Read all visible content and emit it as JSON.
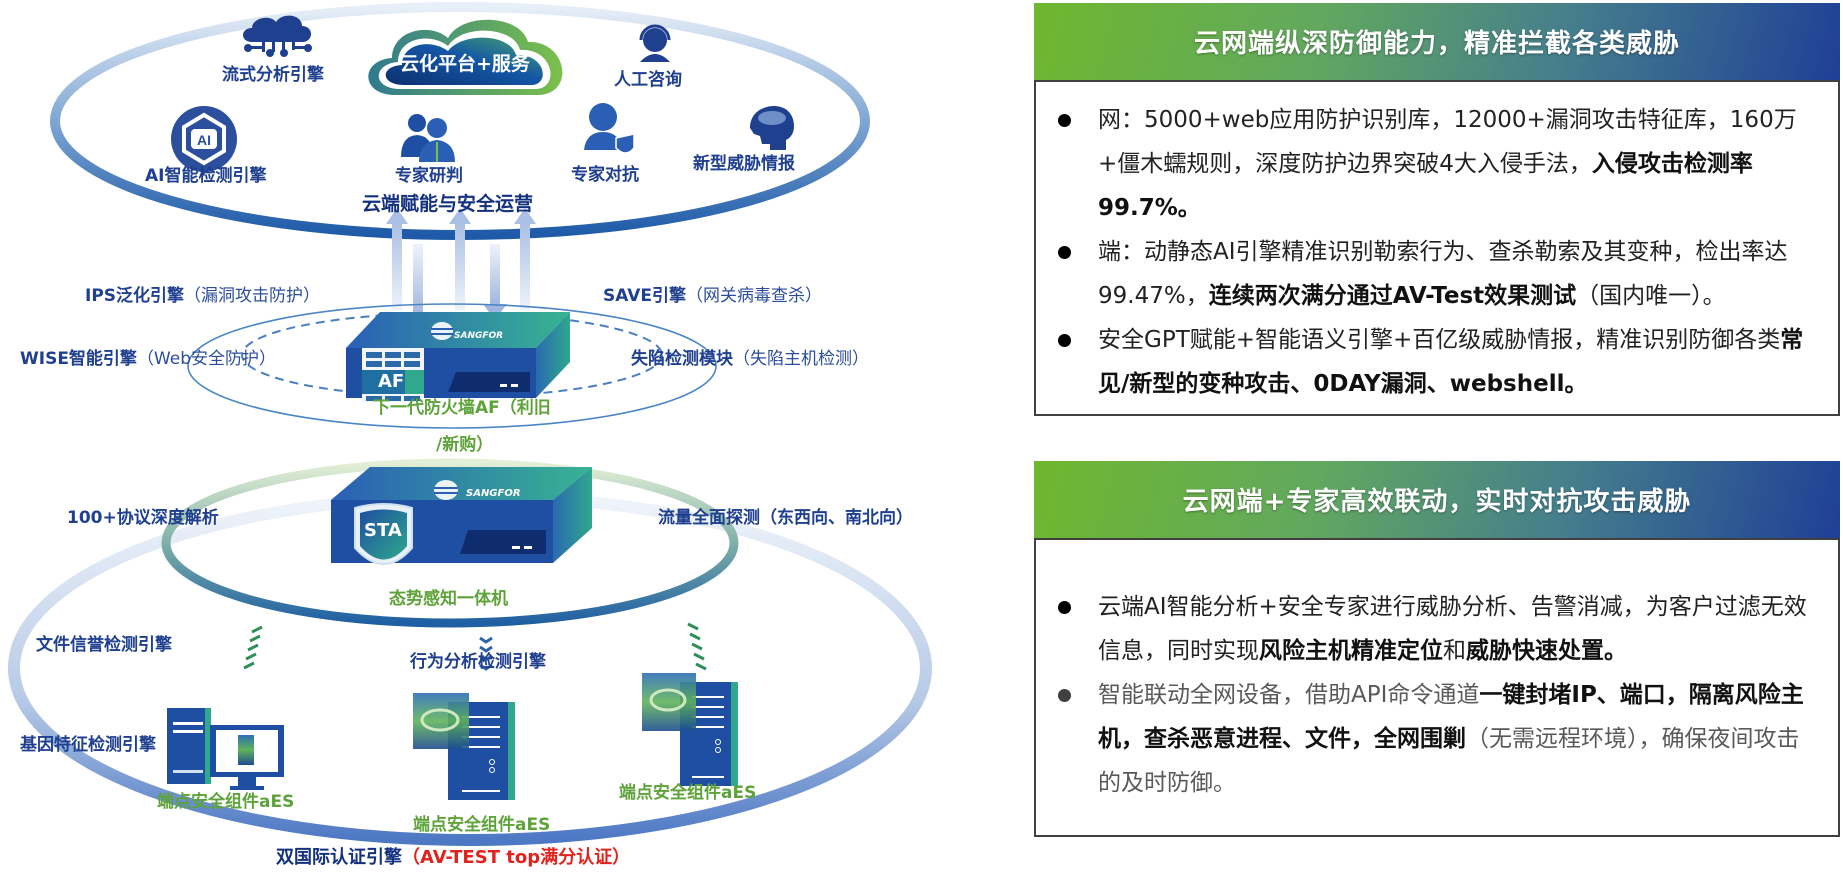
{
  "colors": {
    "brand_blue": "#1f3f8f",
    "brand_green": "#5ea33a",
    "alert_red": "#e0231c",
    "header_gradient_start": "#6fb72e",
    "header_gradient_end": "#1f3f96"
  },
  "diagram": {
    "cloud_layer": {
      "platform": "云化平台+服务",
      "title": "云端赋能与安全运营",
      "items": [
        {
          "label": "流式分析引擎",
          "icon": "stream-cloud-icon"
        },
        {
          "label": "人工咨询",
          "icon": "headset-agent-icon"
        },
        {
          "label": "AI智能检测引擎",
          "icon": "ai-hexagon-icon"
        },
        {
          "label": "专家研判",
          "icon": "experts-icon"
        },
        {
          "label": "专家对抗",
          "icon": "user-shield-icon"
        },
        {
          "label": "新型威胁情报",
          "icon": "brain-head-icon"
        }
      ]
    },
    "af_layer": {
      "device_brand": "SANGFOR",
      "device_badge": "AF",
      "device_label_line1": "下一代防火墙AF（利旧",
      "device_label_line2": "/新购）",
      "engines": [
        {
          "name": "IPS泛化引擎",
          "desc": "（漏洞攻击防护）"
        },
        {
          "name": "SAVE引擎",
          "desc": "（网关病毒查杀）"
        },
        {
          "name": "WISE智能引擎",
          "desc": "（Web安全防护）"
        },
        {
          "name": "失陷检测模块",
          "desc": "（失陷主机检测）"
        }
      ]
    },
    "sta_layer": {
      "device_brand": "SANGFOR",
      "device_badge": "STA",
      "device_label": "态势感知一体机",
      "left_label": "100+协议深度解析",
      "right_label": "流量全面探测（东西向、南北向）"
    },
    "endpoint_layer": {
      "engines": [
        "文件信誉检测引擎",
        "行为分析检测引擎",
        "基因特征检测引擎"
      ],
      "endpoints": [
        "端点安全组件aES",
        "端点安全组件aES",
        "端点安全组件aES"
      ],
      "certification": "双国际认证引擎",
      "certification_highlight": "（AV-TEST top满分认证）"
    }
  },
  "panels": [
    {
      "title": "云网端纵深防御能力，精准拦截各类威胁",
      "bullets": [
        {
          "style": "normal",
          "segments": [
            {
              "text": "网：5000+web应用防护识别库，12000+漏洞攻击特征库，160万+僵木蠕规则，深度防护边界突破4大入侵手法，",
              "bold": false
            },
            {
              "text": "入侵攻击检测率99.7%。",
              "bold": true
            }
          ]
        },
        {
          "style": "normal",
          "segments": [
            {
              "text": "端：动静态AI引擎精准识别勒索行为、查杀勒索及其变种，检出率达99.47%，",
              "bold": false
            },
            {
              "text": "连续两次满分通过AV-Test效果测试",
              "bold": true
            },
            {
              "text": "（国内唯一）。",
              "bold": false
            }
          ]
        },
        {
          "style": "normal",
          "segments": [
            {
              "text": "安全GPT赋能+智能语义引擎+百亿级威胁情报，精准识别防御各类",
              "bold": false
            },
            {
              "text": "常见/新型的变种攻击、0DAY漏洞、webshell。",
              "bold": true
            }
          ]
        }
      ]
    },
    {
      "title": "云网端+专家高效联动，实时对抗攻击威胁",
      "bullets": [
        {
          "style": "normal",
          "segments": [
            {
              "text": "云端AI智能分析+安全专家进行威胁分析、告警消减，为客户过滤无效信息，同时实现",
              "bold": false
            },
            {
              "text": "风险主机精准定位",
              "bold": true
            },
            {
              "text": "和",
              "bold": false
            },
            {
              "text": "威胁快速处置。",
              "bold": true
            }
          ]
        },
        {
          "style": "grey",
          "segments": [
            {
              "text": "智能联动全网设备，借助API命令通道",
              "bold": false
            },
            {
              "text": "一键封堵IP、端口，隔离风险主机，查杀恶意进程、文件，全网围剿",
              "bold": true
            },
            {
              "text": "（无需远程环境），确保夜间攻击的及时防御。",
              "bold": false
            }
          ]
        }
      ]
    }
  ]
}
